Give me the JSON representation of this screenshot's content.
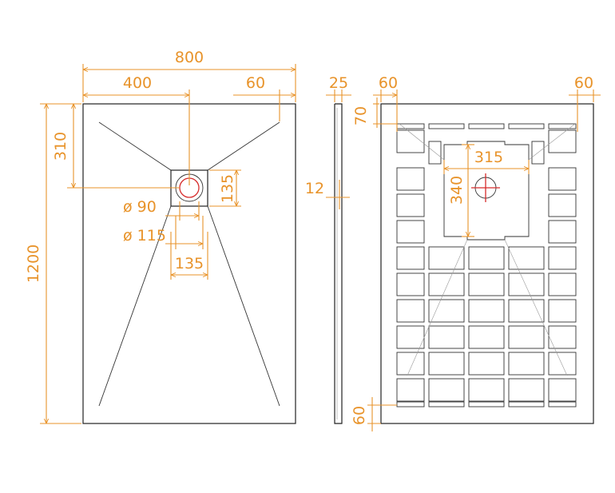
{
  "colors": {
    "dimension": "#e8932a",
    "outline": "#222222",
    "drain_marker": "#d62b2b",
    "background": "#ffffff"
  },
  "top_view": {
    "overall_width": "800",
    "drain_offset": "400",
    "edge_offset": "60",
    "overall_length": "1200",
    "drain_distance": "310",
    "drain_box_height": "135",
    "drain_dia_inner": "ø 90",
    "drain_dia_outer": "ø 115",
    "drain_box_width": "135"
  },
  "side_view": {
    "thickness": "25",
    "rim_height": "12"
  },
  "bottom_view": {
    "edge_left": "60",
    "edge_right": "60",
    "edge_top": "70",
    "edge_bottom": "60",
    "opening_width": "315",
    "opening_height": "340"
  }
}
